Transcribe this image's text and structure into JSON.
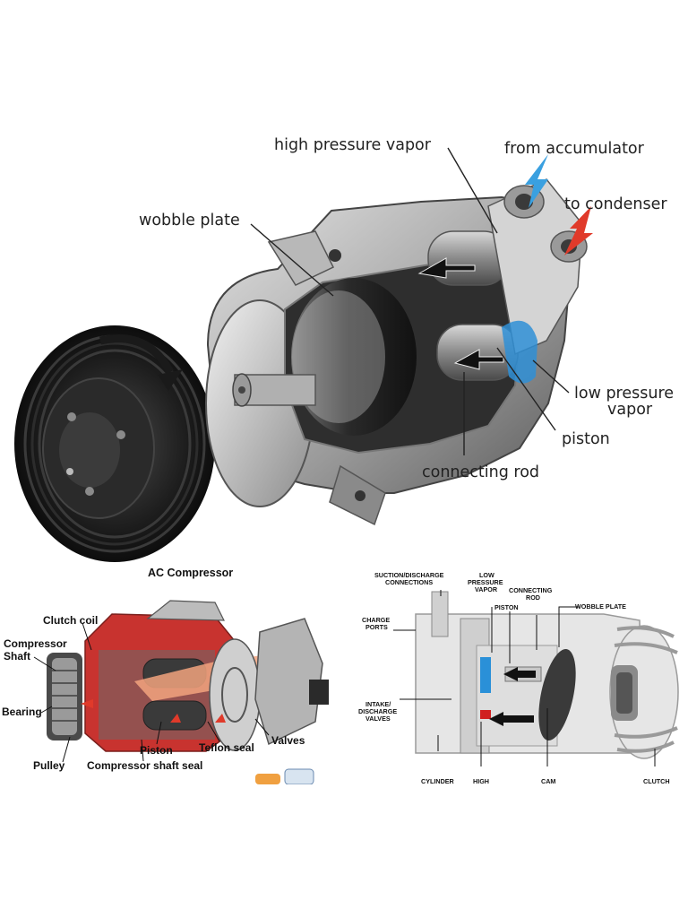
{
  "colors": {
    "suction_arrow": "#3aa0e0",
    "discharge_arrow": "#e03a2a",
    "low_pressure_seal": "#2f8fd6",
    "cutaway_red": "#c8332f",
    "flow_salmon": "#f2a37e",
    "chamber_blue": "#2a90d8"
  },
  "icons": [
    "arrow-icon",
    "pulley-icon",
    "piston-icon"
  ],
  "main_diagram": {
    "labels": {
      "high_pressure_vapor": "high pressure vapor",
      "from_accumulator": "from accumulator",
      "to_condenser": "to condenser",
      "wobble_plate": "wobble plate",
      "low_pressure": "low pressure",
      "vapor": "vapor",
      "piston": "piston",
      "connecting_rod": "connecting rod"
    }
  },
  "left_diagram": {
    "title": "AC Compressor",
    "labels": {
      "clutch_coil": "Clutch coil",
      "compressor": "Compressor",
      "shaft": "Shaft",
      "bearing": "Bearing",
      "pulley": "Pulley",
      "piston": "Piston",
      "compressor_shaft_seal": "Compressor shaft seal",
      "teflon_seal": "Teflon seal",
      "valves": "Valves"
    }
  },
  "right_diagram": {
    "labels": {
      "suction_discharge": "SUCTION/DISCHARGE",
      "connections": "CONNECTIONS",
      "low": "LOW",
      "pressure": "PRESSURE",
      "vapor": "VAPOR",
      "connecting": "CONNECTING",
      "rod": "ROD",
      "wobble_plate": "WOBBLE PLATE",
      "piston": "PISTON",
      "charge": "CHARGE",
      "ports": "PORTS",
      "intake": "INTAKE/",
      "discharge": "DISCHARGE",
      "valves": "VALVES",
      "cylinder": "CYLINDER",
      "high": "HIGH",
      "cam": "CAM",
      "clutch": "CLUTCH"
    }
  }
}
